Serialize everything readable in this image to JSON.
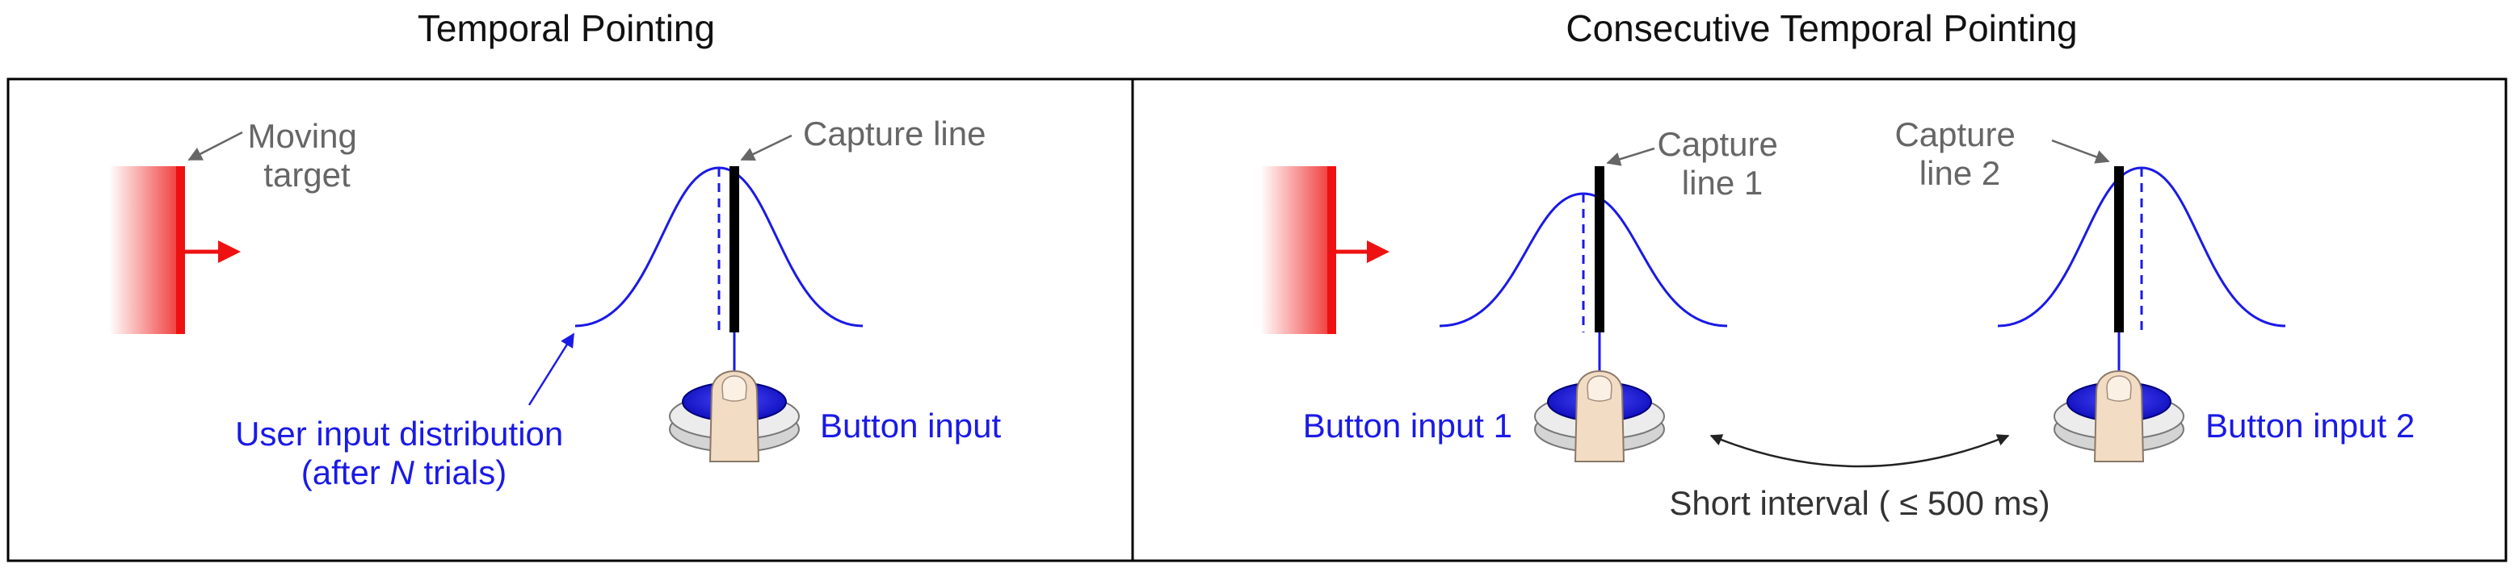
{
  "panels": [
    {
      "title": "Temporal Pointing",
      "target_label": [
        "Moving",
        "target"
      ],
      "capture_label": "Capture line",
      "distribution_label": [
        "User input distribution",
        "(after ",
        "N",
        " trials)"
      ],
      "button_label": "Button input"
    },
    {
      "title": "Consecutive Temporal Pointing",
      "capture1_label": [
        "Capture",
        "line 1"
      ],
      "capture2_label": [
        "Capture",
        "line 2"
      ],
      "button1_label": "Button input 1",
      "button2_label": "Button input 2",
      "interval_label": "Short interval ( ≤ 500 ms)"
    }
  ],
  "colors": {
    "target_red": "#ee1111",
    "distribution_blue": "#1a1ae6",
    "annotation_gray": "#666666",
    "capture_line": "#000000",
    "button_blue": "#1414e0",
    "finger_skin": "#f3dcc4"
  }
}
